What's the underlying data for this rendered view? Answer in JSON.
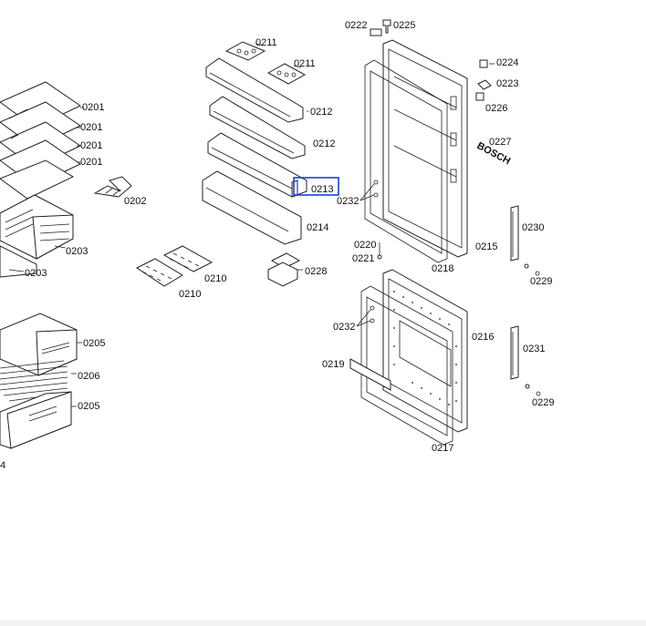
{
  "diagram": {
    "labels": {
      "l0201a": "0201",
      "l0201b": "0201",
      "l0201c": "0201",
      "l0201d": "0201",
      "l0202": "0202",
      "l0203a": "0203",
      "l0203b": "0203",
      "l0205a": "0205",
      "l0205b": "0205",
      "l0206": "0206",
      "l4": "4",
      "l0211a": "0211",
      "l0211b": "0211",
      "l0212a": "0212",
      "l0212b": "0212",
      "l0213": "0213",
      "l0214": "0214",
      "l0210a": "0210",
      "l0210b": "0210",
      "l0228": "0228",
      "l0222": "0222",
      "l0225": "0225",
      "l0224": "0224",
      "l0223": "0223",
      "l0226": "0226",
      "l0227": "0227",
      "l0232a": "0232",
      "l0232b": "0232",
      "l0230": "0230",
      "l0220": "0220",
      "l0221": "0221",
      "l0215": "0215",
      "l0218": "0218",
      "l0229a": "0229",
      "l0229b": "0229",
      "l0216": "0216",
      "l0231": "0231",
      "l0219": "0219",
      "l0217": "0217",
      "brand": "BOSCH"
    },
    "highlight_color": "#1a3fd6"
  }
}
